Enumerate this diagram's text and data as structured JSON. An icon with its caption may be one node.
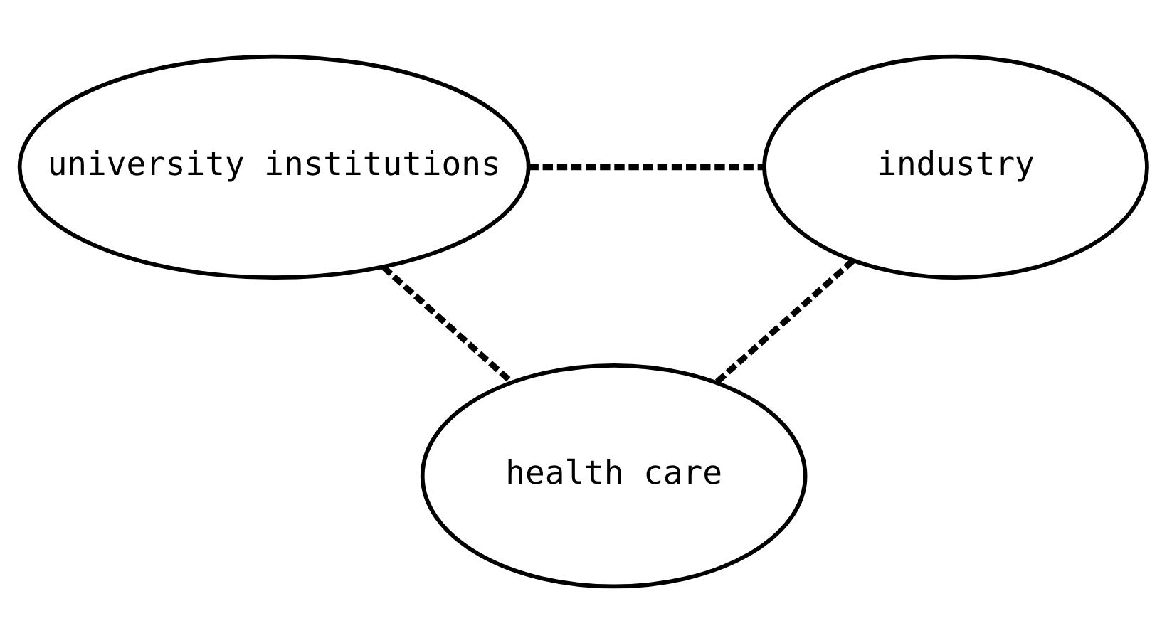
{
  "diagram": {
    "nodes": [
      {
        "text": [
          "university institutions"
        ]
      },
      {
        "text": [
          "industry"
        ]
      },
      {
        "text": [
          "health care"
        ]
      }
    ],
    "edges": [
      {
        "from": 0,
        "to": 1,
        "arrow": "none",
        "style": "dashed"
      },
      {
        "from": 0,
        "to": 2,
        "arrow": "none",
        "style": "dashed"
      },
      {
        "from": 1,
        "to": 2,
        "arrow": "none",
        "style": "dashed"
      }
    ]
  }
}
